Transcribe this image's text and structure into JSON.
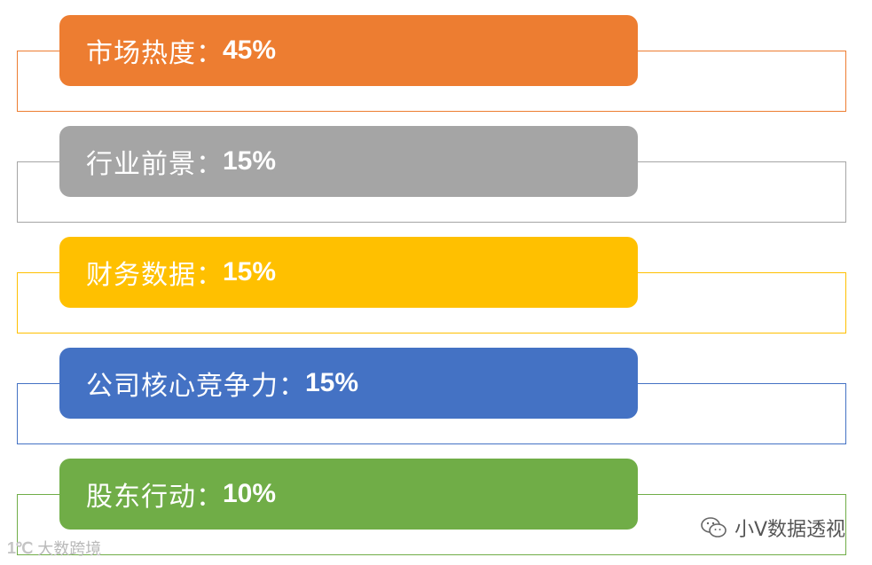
{
  "items": [
    {
      "name": "市场热度",
      "sep": "：",
      "percent": "45%",
      "value": 45,
      "color": "#ED7D31",
      "outline_color": "#ED7D31"
    },
    {
      "name": "行业前景",
      "sep": "：",
      "percent": "15%",
      "value": 15,
      "color": "#A5A5A5",
      "outline_color": "#A5A5A5"
    },
    {
      "name": "财务数据",
      "sep": "：",
      "percent": "15%",
      "value": 15,
      "color": "#FFC000",
      "outline_color": "#FFC000"
    },
    {
      "name": "公司核心竞争力",
      "sep": "：",
      "percent": "15%",
      "value": 15,
      "color": "#4472C4",
      "outline_color": "#4472C4"
    },
    {
      "name": "股东行动",
      "sep": "：",
      "percent": "10%",
      "value": 10,
      "color": "#70AD47",
      "outline_color": "#70AD47"
    }
  ],
  "watermarks": {
    "right_text": "小V数据透视",
    "right_icon": "wechat-icon",
    "left_logo": "1℃",
    "left_text": "大数跨境"
  }
}
